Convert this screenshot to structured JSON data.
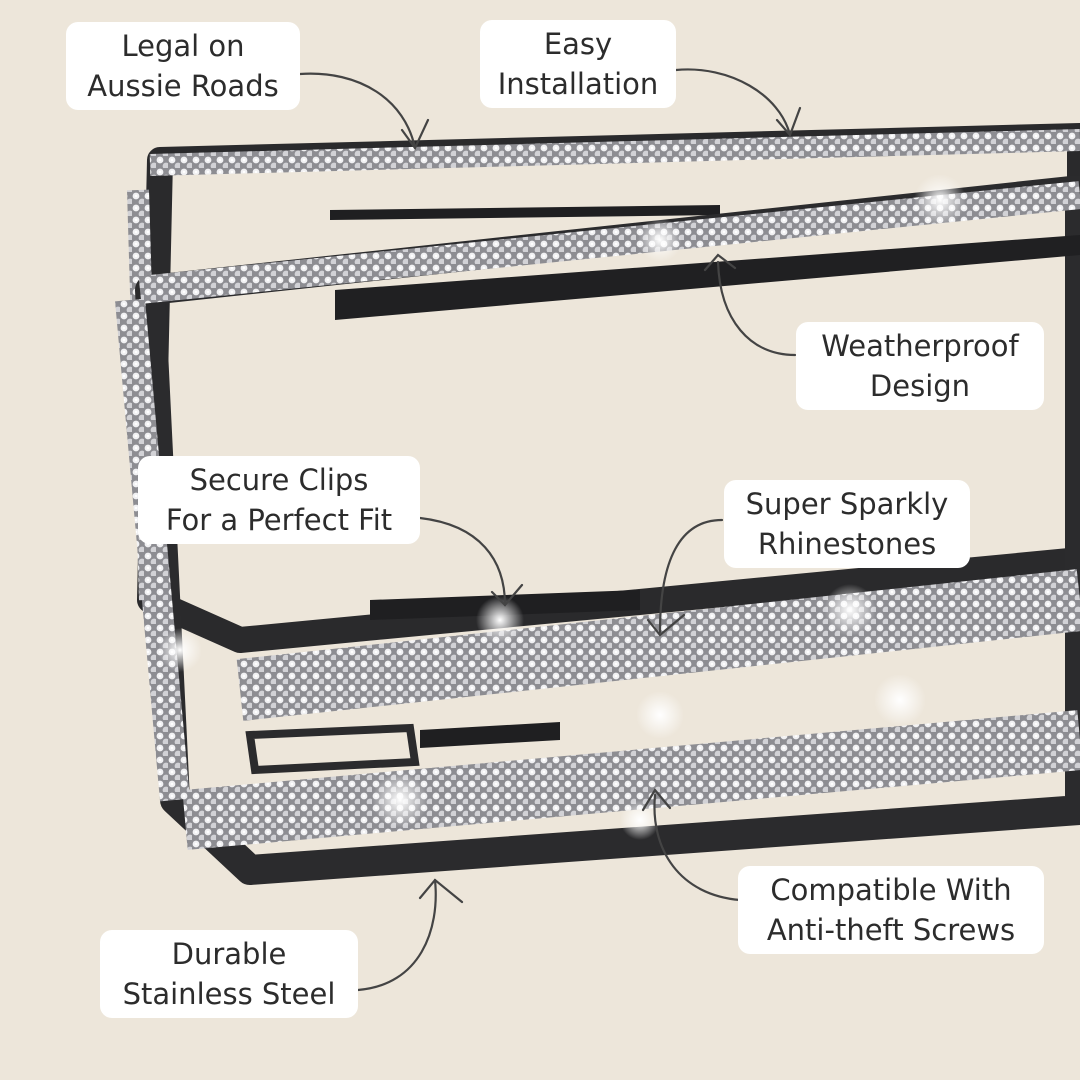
{
  "colors": {
    "background": "#ede6da",
    "label_bg": "#ffffff",
    "label_text": "#2c2c2c",
    "frame_metal": "#2a2a2c",
    "rhinestone": "#d9d9dc",
    "arrow": "#444444"
  },
  "callouts": {
    "legal": {
      "line1": "Legal on",
      "line2": "Aussie Roads"
    },
    "install": {
      "line1": "Easy",
      "line2": "Installation"
    },
    "weather": {
      "line1": "Weatherproof",
      "line2": "Design"
    },
    "clips": {
      "line1": "Secure Clips",
      "line2": "For a Perfect Fit"
    },
    "sparkly": {
      "line1": "Super Sparkly",
      "line2": "Rhinestones"
    },
    "screws": {
      "line1": "Compatible With",
      "line2": "Anti-theft Screws"
    },
    "steel": {
      "line1": "Durable",
      "line2": "Stainless Steel"
    }
  }
}
